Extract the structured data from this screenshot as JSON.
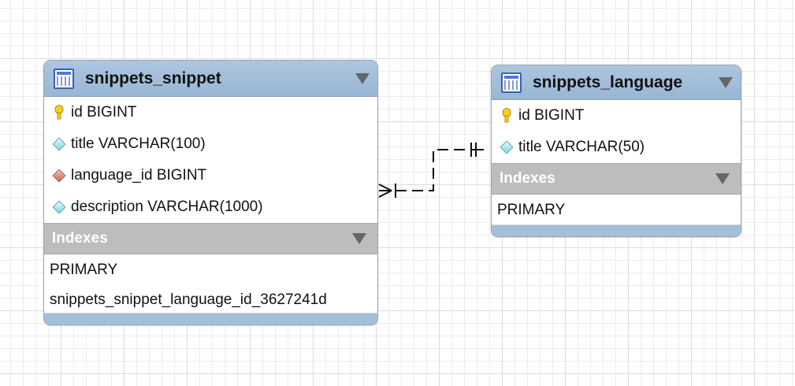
{
  "tables": [
    {
      "name": "snippets_snippet",
      "columns": [
        {
          "text": "id BIGINT",
          "icon": "primary-key-icon"
        },
        {
          "text": "title VARCHAR(100)",
          "icon": "column-attribute-icon"
        },
        {
          "text": "language_id BIGINT",
          "icon": "foreign-key-icon"
        },
        {
          "text": "description VARCHAR(1000)",
          "icon": "column-attribute-icon"
        }
      ],
      "indexes_label": "Indexes",
      "indexes": [
        "PRIMARY",
        "snippets_snippet_language_id_3627241d"
      ]
    },
    {
      "name": "snippets_language",
      "columns": [
        {
          "text": "id BIGINT",
          "icon": "primary-key-icon"
        },
        {
          "text": "title VARCHAR(50)",
          "icon": "column-attribute-icon"
        }
      ],
      "indexes_label": "Indexes",
      "indexes": [
        "PRIMARY"
      ]
    }
  ],
  "relationship": {
    "from": "snippets_snippet",
    "to": "snippets_language",
    "from_cardinality": "one-or-many",
    "to_cardinality": "exactly-one",
    "style": "dashed"
  },
  "colors": {
    "header": "#a4c0dc",
    "indexes_bar": "#bdbdbd",
    "key_icon": "#f2c200",
    "foreign_key_icon": "#c9645a",
    "attribute_icon": "#7fd6e0"
  }
}
